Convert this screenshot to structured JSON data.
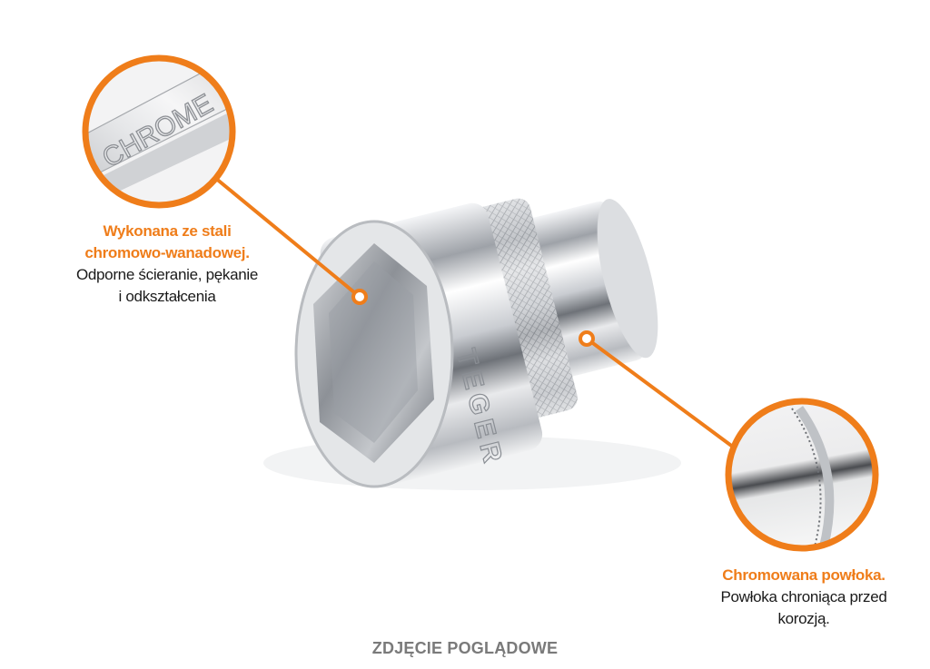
{
  "accent_color": "#ef7d1a",
  "callouts": [
    {
      "id": "left",
      "zoom_label": "CHROME",
      "highlight": "Wykonana ze stali chromowo-wanadowej.",
      "highlight_lines": [
        "Wykonana ze stali",
        "chromowo-wanadowej."
      ],
      "body_lines": [
        "Odporne ścieranie, pękanie",
        "i odkształcenia"
      ]
    },
    {
      "id": "right",
      "highlight": "Chromowana powłoka.",
      "highlight_lines": [
        "Chromowana powłoka."
      ],
      "body_lines": [
        "Powłoka chroniąca przed",
        "korozją."
      ]
    }
  ],
  "product": {
    "type": "socket",
    "engraving": "TEGER"
  },
  "footer": {
    "note": "ZDJĘCIE POGLĄDOWE"
  }
}
